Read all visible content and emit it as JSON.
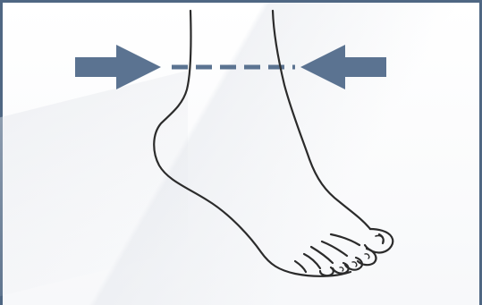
{
  "figure": {
    "subject": "foot-ankle-measurement",
    "arrow_color": "#5b7391",
    "dash_color": "#5b7391",
    "frame_color": "#4f6783",
    "line_color": "#2b2b2b",
    "icons": [
      "arrow-right-icon",
      "arrow-left-icon",
      "measurement-dashed-line",
      "foot-outline"
    ]
  }
}
